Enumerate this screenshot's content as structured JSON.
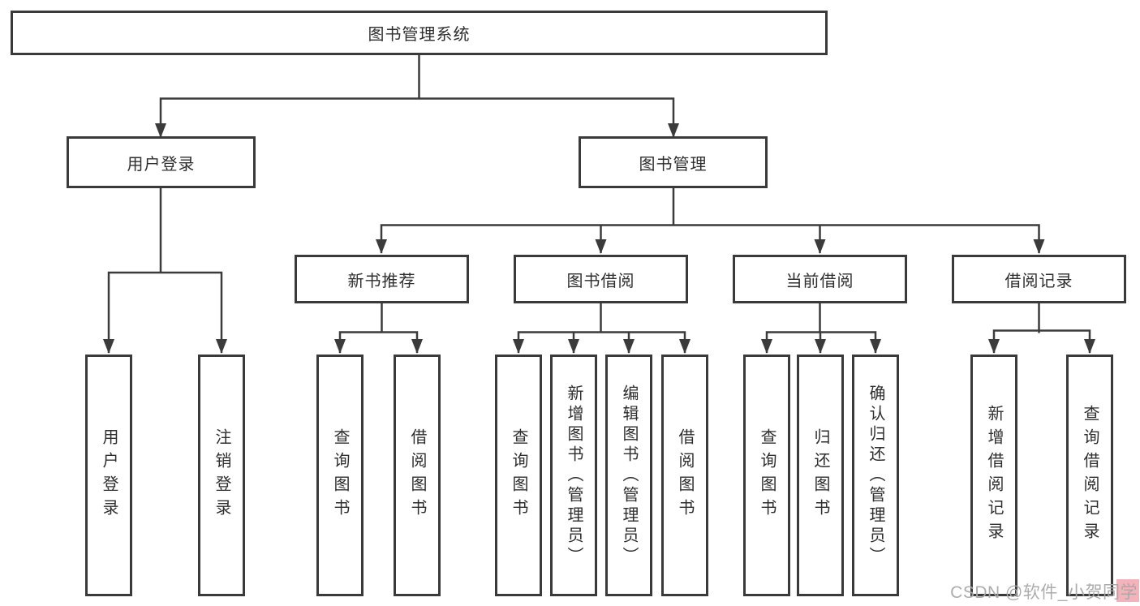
{
  "diagram": {
    "root": {
      "label": "图书管理系统"
    },
    "branches": [
      {
        "label": "用户登录",
        "children": [
          {
            "label": "用户登录"
          },
          {
            "label": "注销登录"
          }
        ]
      },
      {
        "label": "图书管理",
        "children": [
          {
            "label": "新书推荐",
            "children": [
              {
                "label": "查询图书"
              },
              {
                "label": "借阅图书"
              }
            ]
          },
          {
            "label": "图书借阅",
            "children": [
              {
                "label": "查询图书"
              },
              {
                "label": "新增图书（管理员）"
              },
              {
                "label": "编辑图书（管理员）"
              },
              {
                "label": "借阅图书"
              }
            ]
          },
          {
            "label": "当前借阅",
            "children": [
              {
                "label": "查询图书"
              },
              {
                "label": "归还图书"
              },
              {
                "label": "确认归还（管理员）"
              }
            ]
          },
          {
            "label": "借阅记录",
            "children": [
              {
                "label": "新增借阅记录"
              },
              {
                "label": "查询借阅记录"
              }
            ]
          }
        ]
      }
    ]
  },
  "watermark": {
    "text": "CSDN @软件_小贺同学"
  },
  "colors": {
    "line": "#3b3b3b",
    "box_border": "#3a3a3a",
    "text": "#2e2e2e",
    "watermark_text": "#a8a8a8",
    "watermark_accent": "#f2b3ba",
    "background": "#ffffff"
  }
}
